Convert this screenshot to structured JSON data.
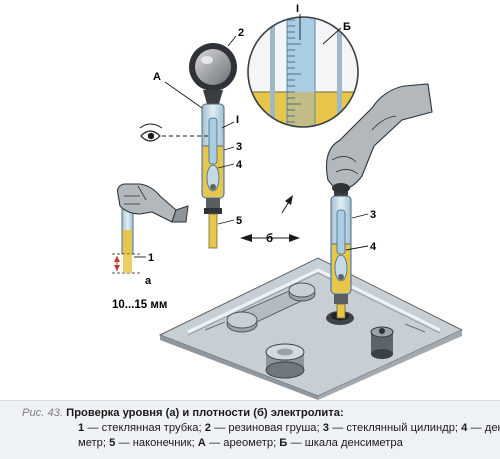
{
  "labels": {
    "I_top": "I",
    "B_top": "Б",
    "n2": "2",
    "A": "А",
    "I_mid": "I",
    "n3_left": "3",
    "n4_left": "4",
    "n5": "5",
    "b_arrow": "б",
    "n1": "1",
    "a": "а",
    "gap": "10...15 мм",
    "n3_right": "3",
    "n4_right": "4"
  },
  "caption": {
    "prefix": "Рис. 43.",
    "title": "Проверка уровня (а) и плотности (б) электролита:",
    "legend": [
      [
        {
          "num": "1",
          "text": " — стеклянная трубка; "
        },
        {
          "num": "2",
          "text": " — резиновая груша; "
        },
        {
          "num": "3",
          "text": " — стеклянный цилиндр; "
        },
        {
          "num": "4",
          "text": " — денси-"
        }
      ],
      [
        {
          "num": "",
          "text": "метр; "
        },
        {
          "num": "5",
          "text": " — наконечник; "
        },
        {
          "num": "А",
          "text": " — ареометр; "
        },
        {
          "num": "Б",
          "text": " — шкала денсиметра"
        }
      ]
    ]
  },
  "colors": {
    "electrolyte": "#e8c64a",
    "glass": "#bcd2de",
    "tube_blue": "#9ec3d9",
    "battery": "#c6cdd2",
    "battery_dark": "#7d868d",
    "glove": "#b3b8bc"
  }
}
